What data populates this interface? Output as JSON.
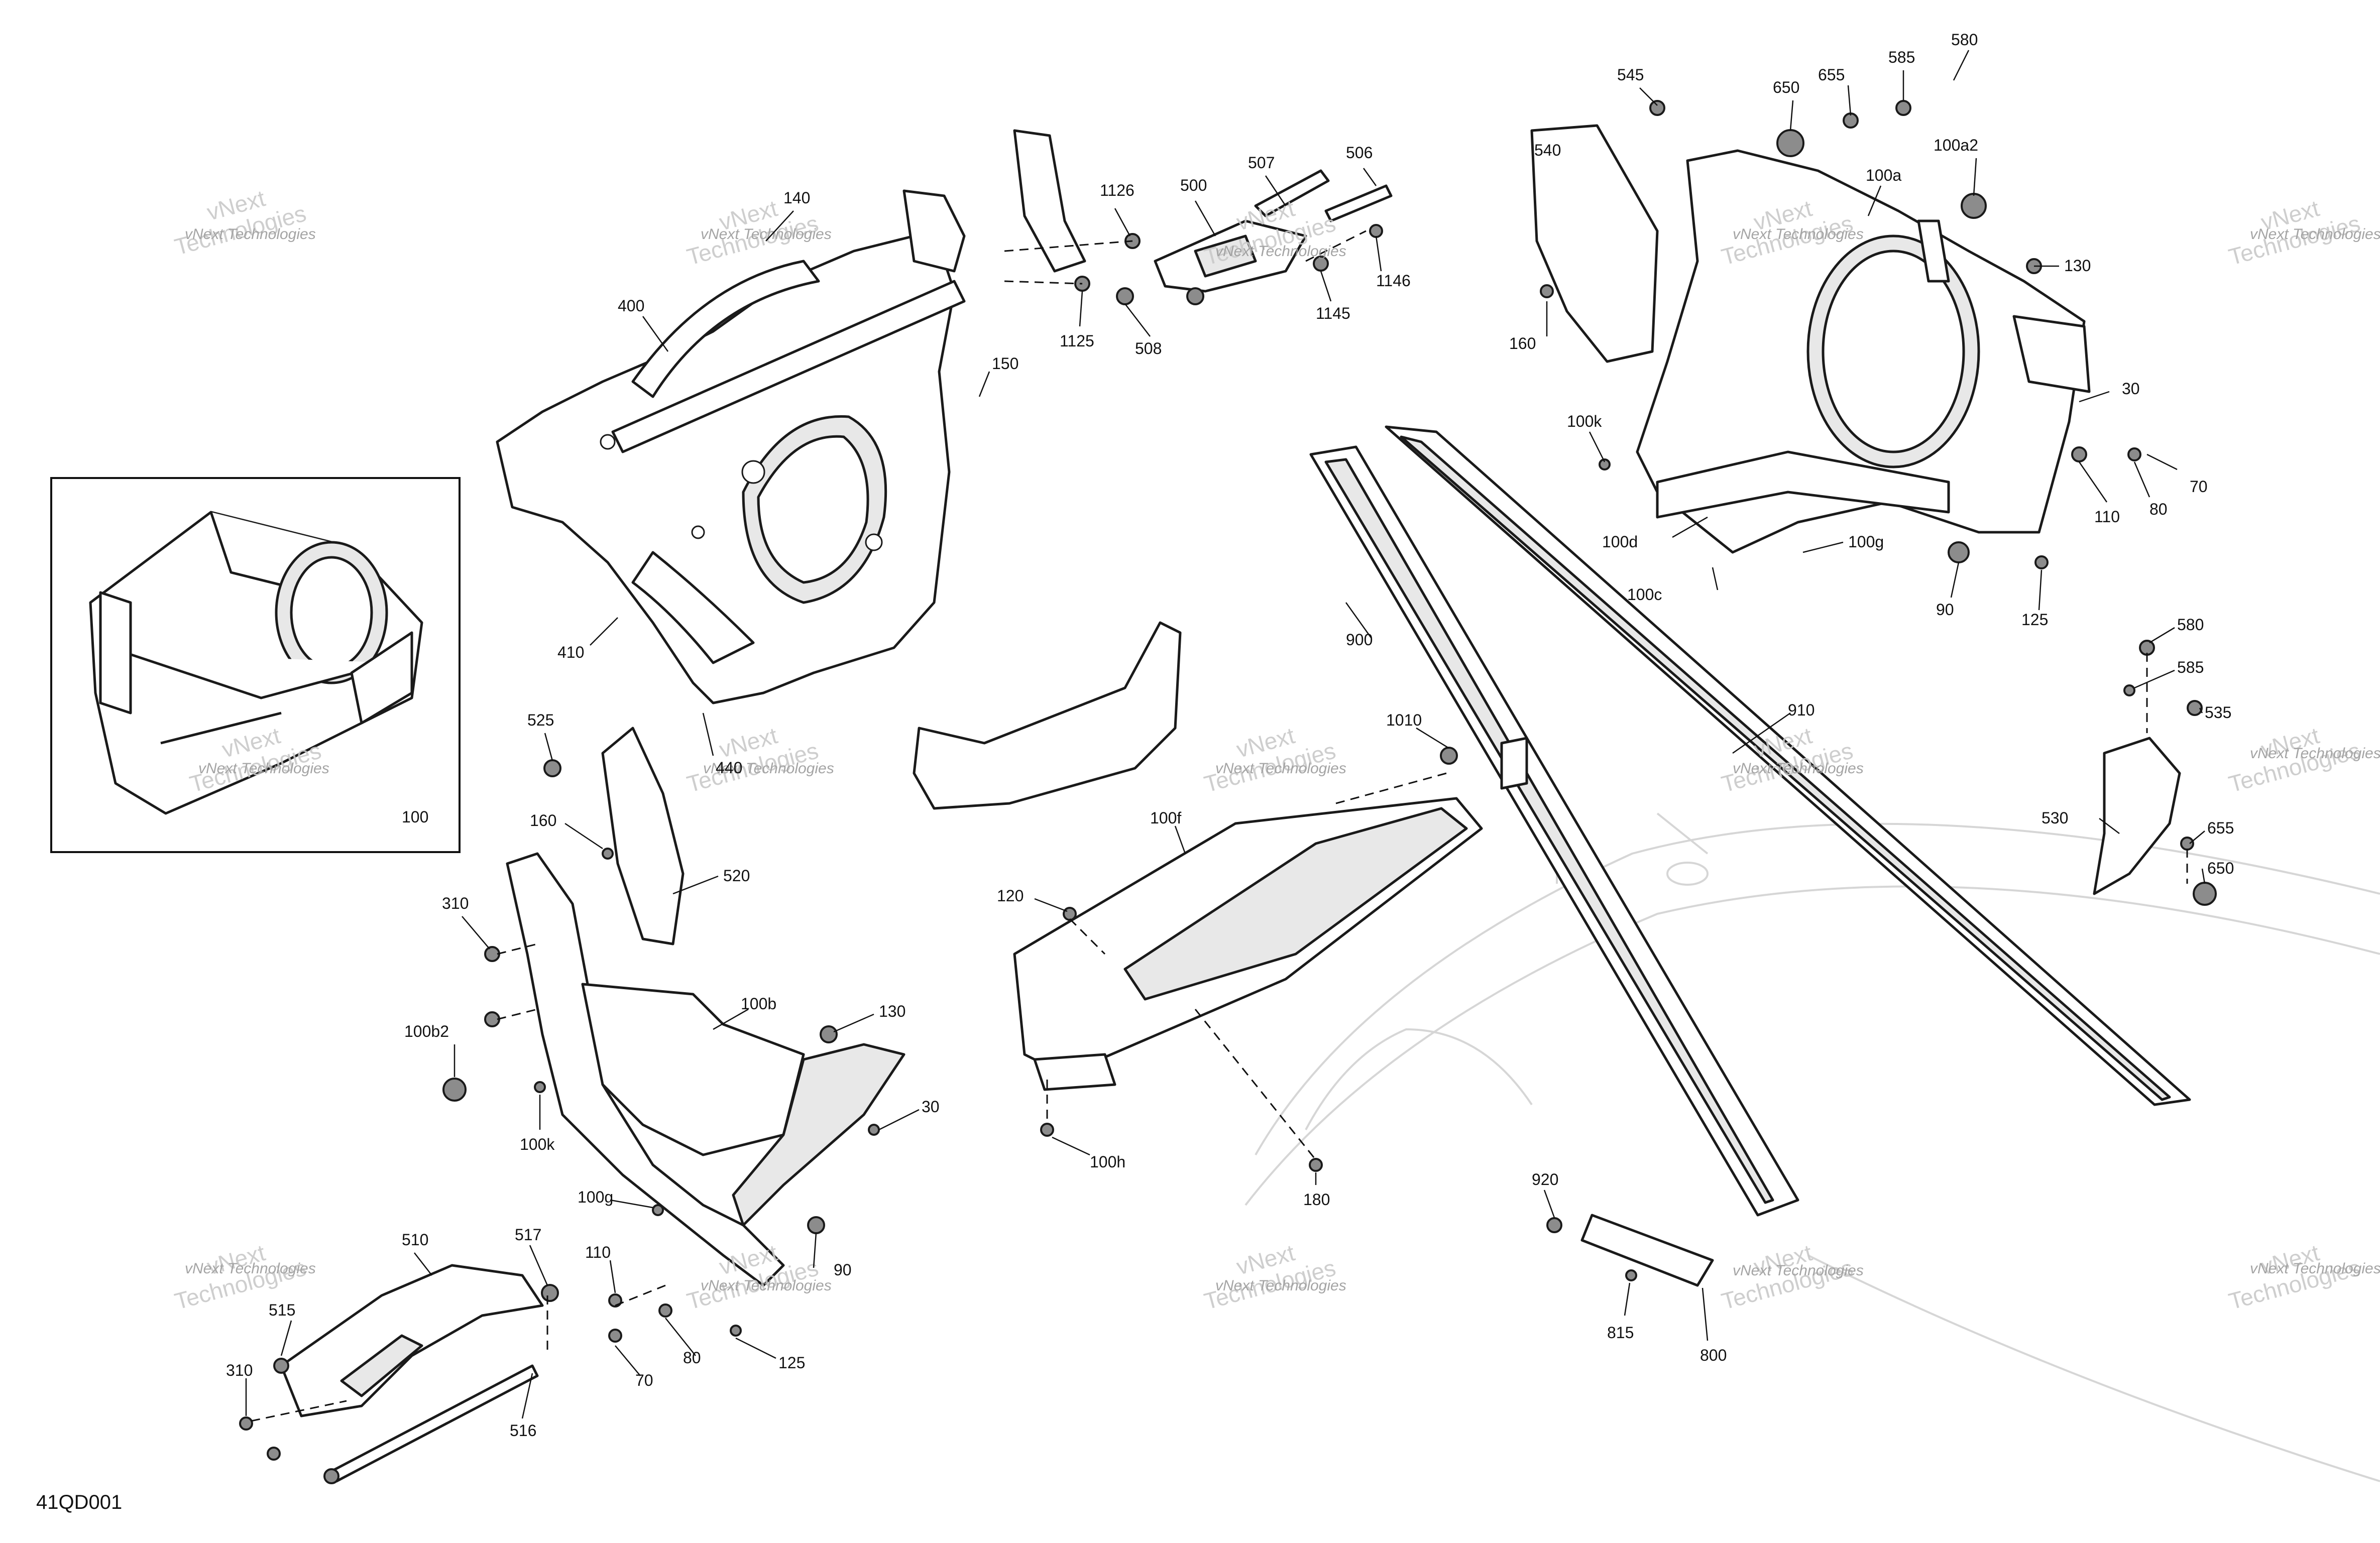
{
  "diagram": {
    "drawing_id": "41QD001",
    "inset_label": "100",
    "watermark_text": [
      "vNext",
      "Technologies"
    ],
    "watermark_caption": "vNext Technologies",
    "colors": {
      "line": "#1a1a1a",
      "fill": "#ffffff",
      "ghost": "#d6d6d6",
      "watermark": "#c9c9c9"
    },
    "callouts": [
      {
        "id": "545",
        "text": "545"
      },
      {
        "id": "580a",
        "text": "580"
      },
      {
        "id": "655a",
        "text": "655"
      },
      {
        "id": "585a",
        "text": "585"
      },
      {
        "id": "650a",
        "text": "650"
      },
      {
        "id": "540",
        "text": "540"
      },
      {
        "id": "100a2",
        "text": "100a2"
      },
      {
        "id": "100a",
        "text": "100a"
      },
      {
        "id": "130a",
        "text": "130"
      },
      {
        "id": "160a",
        "text": "160"
      },
      {
        "id": "30a",
        "text": "30"
      },
      {
        "id": "100k-a",
        "text": "100k"
      },
      {
        "id": "70a",
        "text": "70"
      },
      {
        "id": "110a",
        "text": "110"
      },
      {
        "id": "80a",
        "text": "80"
      },
      {
        "id": "100d",
        "text": "100d"
      },
      {
        "id": "100g-a",
        "text": "100g"
      },
      {
        "id": "100c",
        "text": "100c"
      },
      {
        "id": "90a",
        "text": "90"
      },
      {
        "id": "125a",
        "text": "125"
      },
      {
        "id": "140",
        "text": "140"
      },
      {
        "id": "1126",
        "text": "1126"
      },
      {
        "id": "500",
        "text": "500"
      },
      {
        "id": "507",
        "text": "507"
      },
      {
        "id": "506",
        "text": "506"
      },
      {
        "id": "1146",
        "text": "1146"
      },
      {
        "id": "1145",
        "text": "1145"
      },
      {
        "id": "1125",
        "text": "1125"
      },
      {
        "id": "508",
        "text": "508"
      },
      {
        "id": "400",
        "text": "400"
      },
      {
        "id": "150",
        "text": "150"
      },
      {
        "id": "410",
        "text": "410"
      },
      {
        "id": "440",
        "text": "440"
      },
      {
        "id": "900",
        "text": "900"
      },
      {
        "id": "910",
        "text": "910"
      },
      {
        "id": "1010",
        "text": "1010"
      },
      {
        "id": "580b",
        "text": "580"
      },
      {
        "id": "585b",
        "text": "585"
      },
      {
        "id": "535",
        "text": "535"
      },
      {
        "id": "530",
        "text": "530"
      },
      {
        "id": "655b",
        "text": "655"
      },
      {
        "id": "650b",
        "text": "650"
      },
      {
        "id": "525",
        "text": "525"
      },
      {
        "id": "160b",
        "text": "160"
      },
      {
        "id": "520",
        "text": "520"
      },
      {
        "id": "310a",
        "text": "310"
      },
      {
        "id": "100b2",
        "text": "100b2"
      },
      {
        "id": "100b",
        "text": "100b"
      },
      {
        "id": "130b",
        "text": "130"
      },
      {
        "id": "30b",
        "text": "30"
      },
      {
        "id": "100k-b",
        "text": "100k"
      },
      {
        "id": "100g-b",
        "text": "100g"
      },
      {
        "id": "110b",
        "text": "110"
      },
      {
        "id": "90b",
        "text": "90"
      },
      {
        "id": "70b",
        "text": "70"
      },
      {
        "id": "80b",
        "text": "80"
      },
      {
        "id": "125b",
        "text": "125"
      },
      {
        "id": "100f",
        "text": "100f"
      },
      {
        "id": "120",
        "text": "120"
      },
      {
        "id": "100h",
        "text": "100h"
      },
      {
        "id": "180",
        "text": "180"
      },
      {
        "id": "920",
        "text": "920"
      },
      {
        "id": "815",
        "text": "815"
      },
      {
        "id": "800",
        "text": "800"
      },
      {
        "id": "510",
        "text": "510"
      },
      {
        "id": "517",
        "text": "517"
      },
      {
        "id": "515",
        "text": "515"
      },
      {
        "id": "310b",
        "text": "310"
      },
      {
        "id": "516",
        "text": "516"
      }
    ]
  }
}
